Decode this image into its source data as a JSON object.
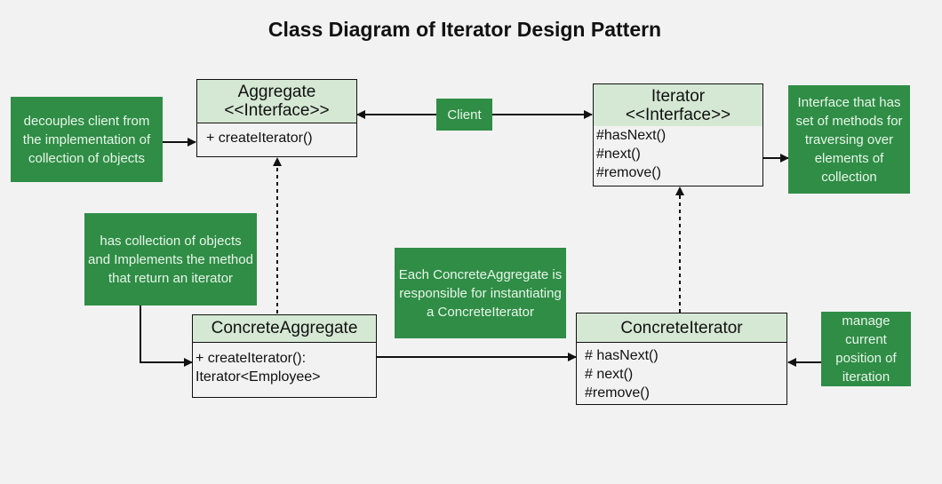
{
  "title": "Class Diagram of Iterator Design Pattern",
  "classes": {
    "aggregate": {
      "name": "Aggregate",
      "stereotype": "<<Interface>>",
      "methods": [
        "+ createIterator()"
      ]
    },
    "iterator": {
      "name": "Iterator",
      "stereotype": "<<Interface>>",
      "methods": [
        "#hasNext()",
        "#next()",
        "#remove()"
      ]
    },
    "concrete_aggregate": {
      "name": "ConcreteAggregate",
      "methods": [
        "+ createIterator():",
        "Iterator<Employee>"
      ]
    },
    "concrete_iterator": {
      "name": "ConcreteIterator",
      "methods": [
        "# hasNext()",
        "# next()",
        "#remove()"
      ]
    }
  },
  "client": {
    "label": "Client"
  },
  "notes": {
    "aggregate": "decouples client from the implementation of collection of objects",
    "iterator": "Interface that has set of methods for traversing over elements of collection",
    "concrete_aggregate": "has collection of objects and Implements the method that return an iterator",
    "responsibility": "Each ConcreteAggregate is responsible for instantiating a ConcreteIterator",
    "concrete_iterator": "manage current position of iteration"
  },
  "colors": {
    "note_bg": "#2f8d46",
    "header_bg": "#d5e8d4",
    "background": "#f2f2f2"
  }
}
